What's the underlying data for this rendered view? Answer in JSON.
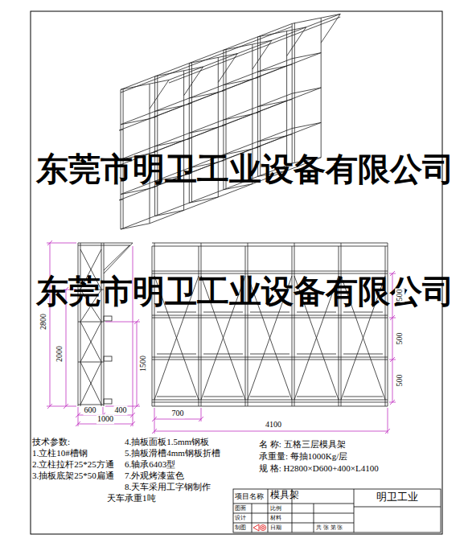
{
  "diagram": {
    "labels": [
      "东莞市明卫工业设备有限公司",
      "东莞市明卫工业设备有限公司",
      "2800",
      "2000",
      "1500",
      "600",
      "1000",
      "400",
      "700",
      "4100",
      "500",
      "500",
      "500",
      "技术参数:",
      "1.立柱10#槽钢",
      "2.立柱拉杆25*25方通",
      "3.抽板底架25*50扁通",
      "4.抽板面板1.5mm钢板",
      "5.抽板滑槽4mm钢板折槽",
      "6.轴承6403型",
      "7.外观烤漆蓝色",
      "8.天车采用工字钢制作",
      "天车承重1吨",
      "名  称: 五格三层模具架",
      "承重量: 每抽1000Kg/层",
      "规  格: H2800×D600+400×L4100",
      "项目名称",
      "模具架",
      "明卫工业",
      "图面",
      "设计",
      "制图",
      "比例",
      "材料",
      "日期",
      "共  张  第  张"
    ]
  }
}
